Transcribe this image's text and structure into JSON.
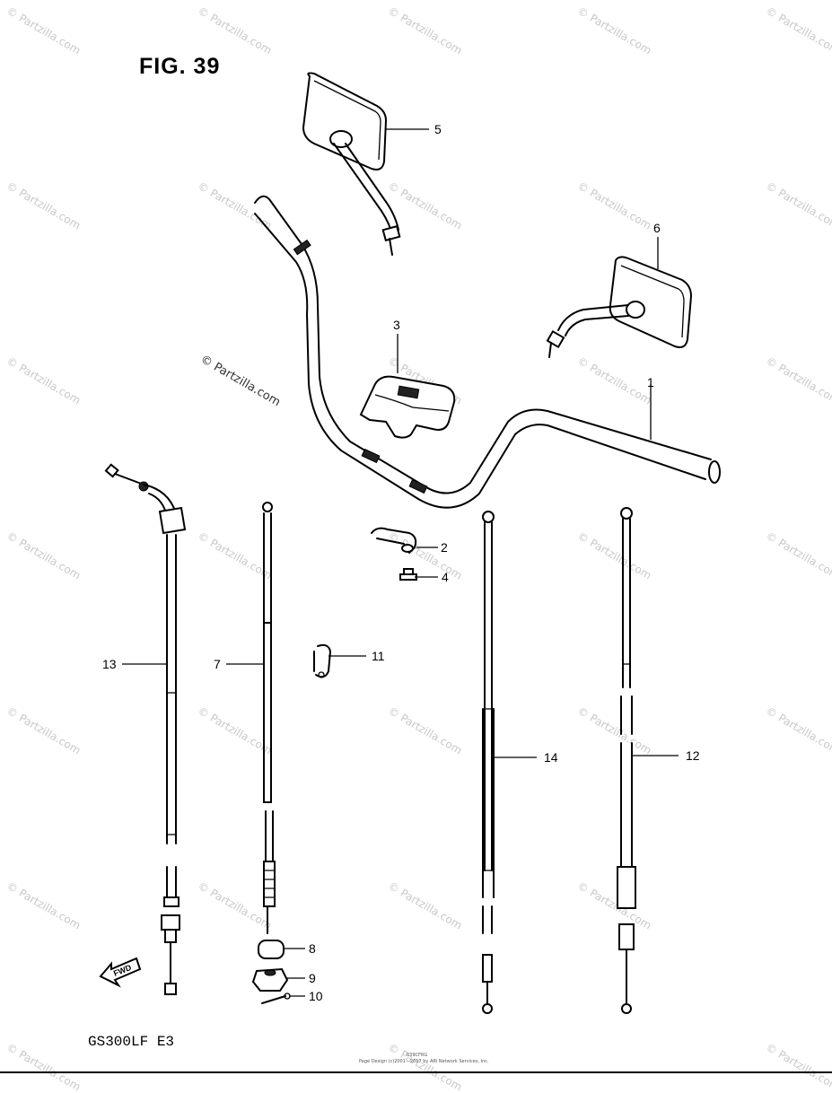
{
  "figure": {
    "title": "FIG. 39",
    "model": "GS300LF  E3"
  },
  "fwd_label": "FWD",
  "watermark": {
    "text": "© Partzilla.com"
  },
  "footer": {
    "code": "039CFRG",
    "note": "Page Design (c)2001 - 2017 by ARI Network Services, Inc."
  },
  "callouts": [
    {
      "number": "1",
      "part": "handlebar"
    },
    {
      "number": "2",
      "part": "holder"
    },
    {
      "number": "3",
      "part": "clamp"
    },
    {
      "number": "4",
      "part": "bolt"
    },
    {
      "number": "5",
      "part": "mirror-left"
    },
    {
      "number": "6",
      "part": "mirror-right"
    },
    {
      "number": "7",
      "part": "clutch-cable"
    },
    {
      "number": "8",
      "part": "adjuster"
    },
    {
      "number": "9",
      "part": "nut"
    },
    {
      "number": "10",
      "part": "pin"
    },
    {
      "number": "11",
      "part": "clamp-cable"
    },
    {
      "number": "12",
      "part": "speedometer-cable"
    },
    {
      "number": "13",
      "part": "throttle-cable"
    },
    {
      "number": "14",
      "part": "tachometer-cable"
    }
  ]
}
